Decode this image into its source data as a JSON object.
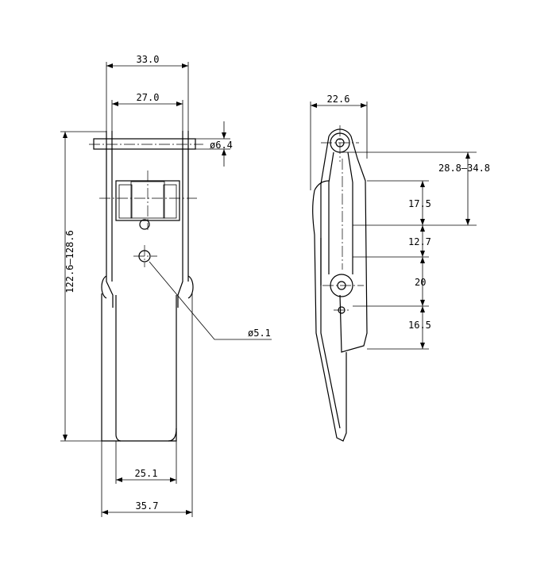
{
  "dimensions": {
    "front_top_width": "33.0",
    "front_inner_width": "27.0",
    "pin_diameter": "ø6.4",
    "height_range": "122.6–128.6",
    "hole_diameter": "ø5.1",
    "base_inner_width": "25.1",
    "base_outer_width": "35.7",
    "side_width": "22.6",
    "adjust_range": "28.8–34.8",
    "dim_17_5": "17.5",
    "dim_12_7": "12.7",
    "dim_20": "20",
    "dim_16_5": "16.5"
  }
}
